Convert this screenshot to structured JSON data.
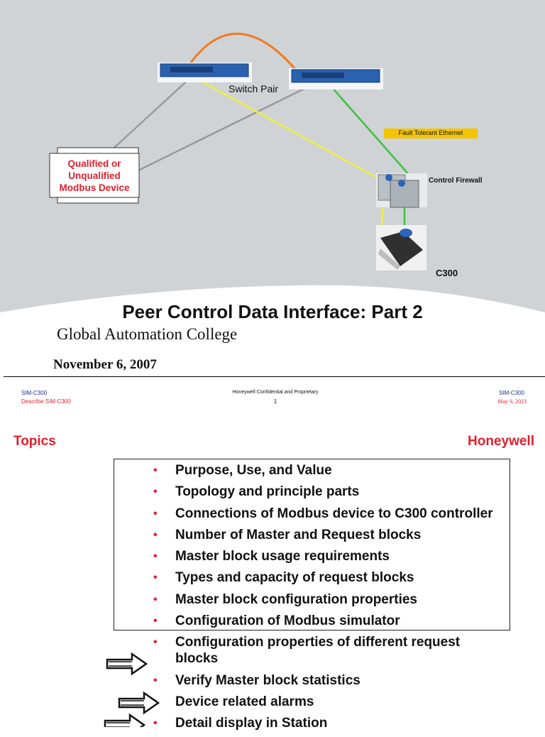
{
  "slide1": {
    "switch_label": "Switch Pair",
    "fte_label": "Fault Tolerant Ethernet",
    "device_label": "Qualified or Unqualified Modbus Device",
    "firewall_label": "Control Firewall",
    "controller_label": "C300",
    "title": "Peer Control Data Interface: Part 2",
    "subtitle": "Global Automation College",
    "date": "November 6, 2007",
    "footer": {
      "left_line1": "SIM-C300",
      "left_line2": "Describe SIM-C300",
      "center_line1": "Honeywell Confidential and Proprietary",
      "page": "1",
      "right_line1": "SIM-C300",
      "right_line2": "May 9, 2023"
    }
  },
  "slide2": {
    "heading": "Topics",
    "brand": "Honeywell",
    "items": [
      "Purpose, Use, and Value",
      "Topology and principle parts",
      "Connections of Modbus device to C300 controller",
      "Number of Master and Request blocks",
      "Master block usage requirements",
      "Types and capacity of request blocks",
      "Master block configuration properties",
      "Configuration of Modbus simulator",
      "Configuration properties of different request blocks",
      "Verify Master block statistics",
      "Device related alarms",
      "Detail display in Station"
    ]
  },
  "colors": {
    "accent_red": "#e0202e",
    "footer_blue": "#1a2f9e",
    "background_gray": "#cfd3d6",
    "fte_badge": "#f5c400",
    "link_orange": "#f07a20",
    "link_yellow": "#f0f040",
    "link_green": "#3ec040",
    "link_gray": "#9a9a9a"
  }
}
